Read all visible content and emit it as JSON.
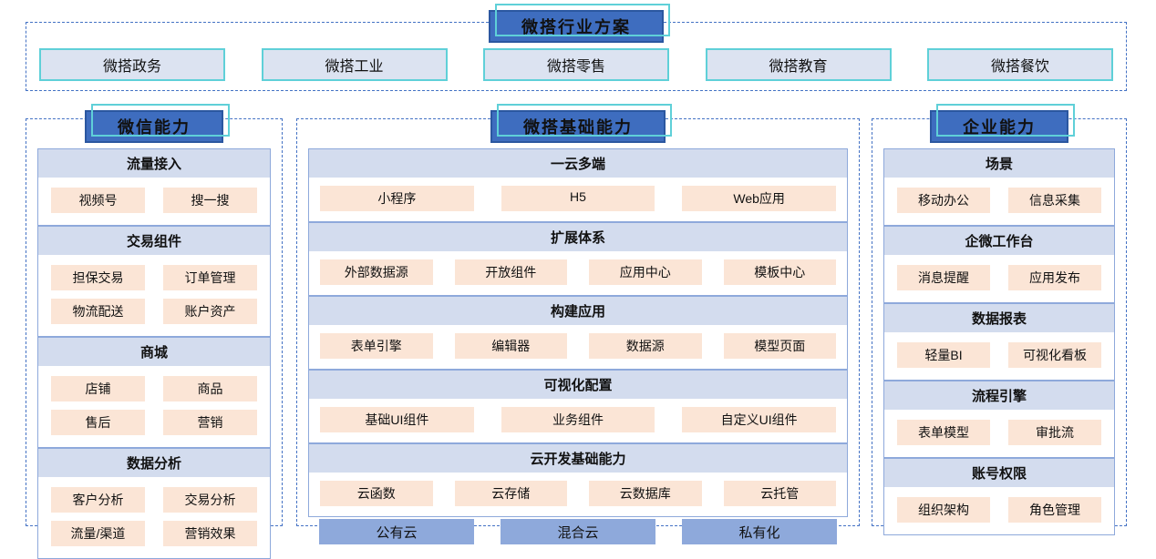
{
  "palette": {
    "title_fill": "#3E6DBF",
    "title_border": "#2B57A0",
    "cyan": "#5FD0D8",
    "dashed": "#4472C4",
    "section_border": "#8EA9DB",
    "section_header_fill": "#D3DCEE",
    "item_fill": "#FBE5D6",
    "top_item_fill": "#DCE3F1",
    "deploy_fill": "#8EA9DB"
  },
  "top": {
    "title": "微搭行业方案",
    "items": [
      "微搭政务",
      "微搭工业",
      "微搭零售",
      "微搭教育",
      "微搭餐饮"
    ]
  },
  "columns": [
    {
      "title": "微信能力",
      "sections": [
        {
          "header": "流量接入",
          "cols": 2,
          "items": [
            "视频号",
            "搜一搜"
          ]
        },
        {
          "header": "交易组件",
          "cols": 2,
          "items": [
            "担保交易",
            "订单管理",
            "物流配送",
            "账户资产"
          ]
        },
        {
          "header": "商城",
          "cols": 2,
          "items": [
            "店铺",
            "商品",
            "售后",
            "营销"
          ]
        },
        {
          "header": "数据分析",
          "cols": 2,
          "items": [
            "客户分析",
            "交易分析",
            "流量/渠道",
            "营销效果"
          ]
        }
      ]
    },
    {
      "title": "微搭基础能力",
      "sections": [
        {
          "header": "一云多端",
          "cols": 3,
          "items": [
            "小程序",
            "H5",
            "Web应用"
          ]
        },
        {
          "header": "扩展体系",
          "cols": 4,
          "items": [
            "外部数据源",
            "开放组件",
            "应用中心",
            "模板中心"
          ]
        },
        {
          "header": "构建应用",
          "cols": 4,
          "items": [
            "表单引擎",
            "编辑器",
            "数据源",
            "模型页面"
          ]
        },
        {
          "header": "可视化配置",
          "cols": 3,
          "items": [
            "基础UI组件",
            "业务组件",
            "自定义UI组件"
          ]
        },
        {
          "header": "云开发基础能力",
          "cols": 4,
          "items": [
            "云函数",
            "云存储",
            "云数据库",
            "云托管"
          ]
        }
      ],
      "deploy": [
        "公有云",
        "混合云",
        "私有化"
      ]
    },
    {
      "title": "企业能力",
      "sections": [
        {
          "header": "场景",
          "cols": 2,
          "items": [
            "移动办公",
            "信息采集"
          ]
        },
        {
          "header": "企微工作台",
          "cols": 2,
          "items": [
            "消息提醒",
            "应用发布"
          ]
        },
        {
          "header": "数据报表",
          "cols": 2,
          "items": [
            "轻量BI",
            "可视化看板"
          ]
        },
        {
          "header": "流程引擎",
          "cols": 2,
          "items": [
            "表单模型",
            "审批流"
          ]
        },
        {
          "header": "账号权限",
          "cols": 2,
          "items": [
            "组织架构",
            "角色管理"
          ]
        }
      ]
    }
  ]
}
